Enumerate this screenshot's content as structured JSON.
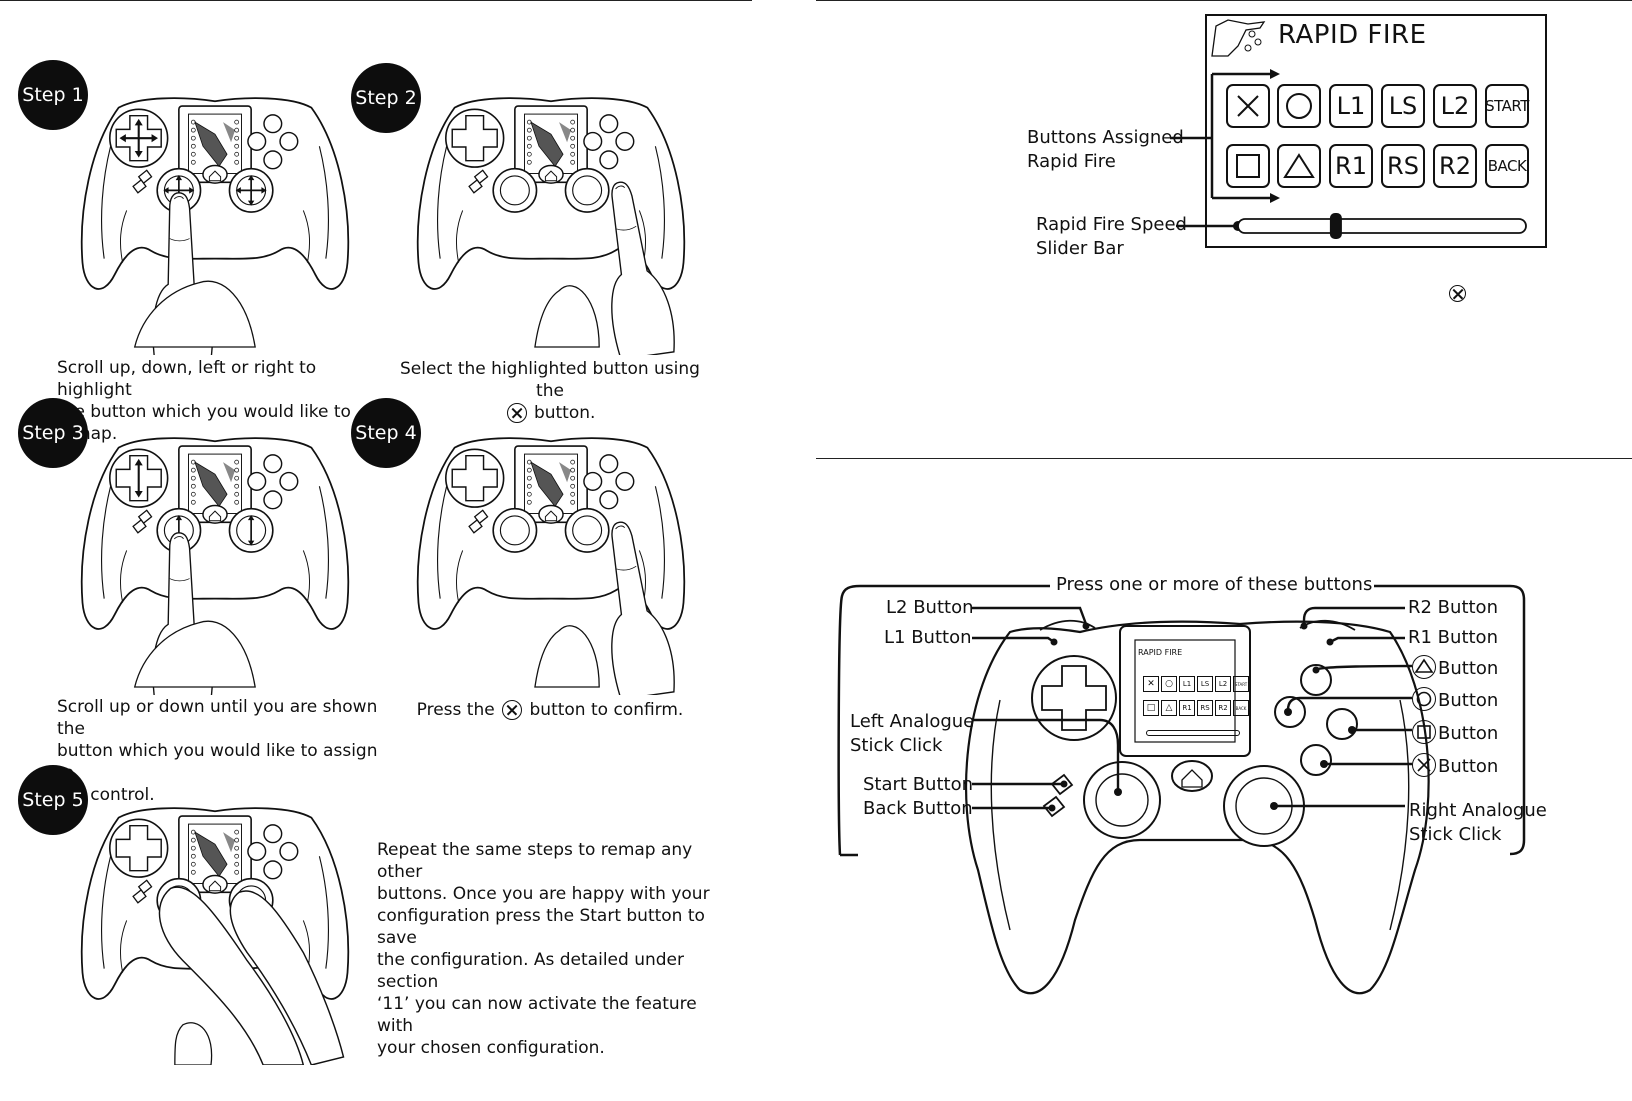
{
  "steps": [
    {
      "badge": "Step 1",
      "caption_lines": [
        "Scroll up, down, left or right to highlight",
        "the button which you would like to remap."
      ]
    },
    {
      "badge": "Step 2",
      "caption_line1": "Select the highlighted button using the",
      "caption_line2_suffix": "button."
    },
    {
      "badge": "Step 3",
      "caption_lines": [
        "Scroll up or down until you are shown the",
        "button which you would like to assign to",
        "the control."
      ]
    },
    {
      "badge": "Step 4",
      "caption_prefix": "Press the",
      "caption_suffix": "button to confirm."
    },
    {
      "badge": "Step 5",
      "caption_lines": [
        "Repeat the same steps to remap any other",
        "buttons. Once you are happy with your",
        "configuration press the Start button to save",
        "the configuration. As detailed under section",
        "‘11’ you can now activate the feature with",
        "your chosen configuration."
      ]
    }
  ],
  "rapid_fire": {
    "title": "RAPID FIRE",
    "row1": [
      "L1",
      "LS",
      "L2",
      "START"
    ],
    "row2": [
      "R1",
      "RS",
      "R2",
      "BACK"
    ],
    "label_assigned": [
      "Buttons Assigned",
      "Rapid Fire"
    ],
    "label_speed": [
      "Rapid Fire Speed",
      "Slider Bar"
    ],
    "slider_level": 0.34
  },
  "controller_diagram": {
    "banner": "Press one or more of these buttons",
    "left_labels": {
      "l2": "L2 Button",
      "l1": "L1 Button",
      "left_stick": [
        "Left Analogue",
        "Stick Click"
      ],
      "start": "Start Button",
      "back": "Back Button"
    },
    "right_labels": {
      "r2": "R2 Button",
      "r1": "R1 Button",
      "triangle": "Button",
      "circle": "Button",
      "square": "Button",
      "cross": "Button",
      "right_stick": [
        "Right Analogue",
        "Stick Click"
      ]
    },
    "screen": {
      "title": "RAPID FIRE",
      "row1": [
        "L1",
        "LS",
        "L2",
        "START"
      ],
      "row2": [
        "R1",
        "RS",
        "R2",
        "BACK"
      ]
    }
  },
  "icons": [
    "cross-icon",
    "circle-icon",
    "square-icon",
    "triangle-icon",
    "gamepad-icon",
    "finger-icon",
    "arrow-icon"
  ]
}
